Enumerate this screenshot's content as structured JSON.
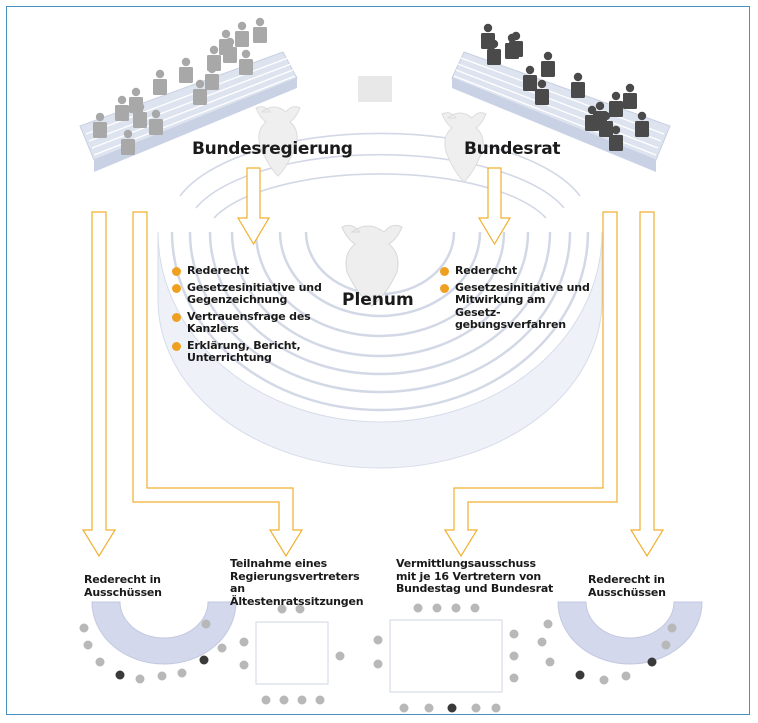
{
  "government": {
    "title": "Bundesregierung",
    "items": [
      "Rederecht",
      "Gesetzesinitiative und Gegenzeichnung",
      "Vertrauensfrage des Kanzlers",
      "Erklärung, Bericht, Unterrichtung"
    ]
  },
  "council": {
    "title": "Bundesrat",
    "items": [
      "Rederecht",
      "Gesetzesinitiative und Mitwirkung am Gesetz-gebungsverfahren"
    ]
  },
  "plenum": {
    "title": "Plenum"
  },
  "committees": {
    "left_label": "Rederecht in Ausschüssen",
    "elders_label": "Teilnahme eines Regierungsvertreters an Ältestenratssitzungen",
    "mediation_label": "Vermittlungsausschuss mit je 16 Vertretern von Bundestag und Bundesrat",
    "right_label": "Rederecht in Ausschüssen"
  },
  "colors": {
    "frame": "#4a90c2",
    "arrow": "#f0b030",
    "bullet": "#f0a020",
    "platform": "#dde3ef",
    "person_gov": "#a8a8a8",
    "person_council": "#4a4a4a",
    "chair_dark": "#3a3a3a",
    "chair_light": "#b8b8b8",
    "table_arc": "#d4d8ec"
  }
}
